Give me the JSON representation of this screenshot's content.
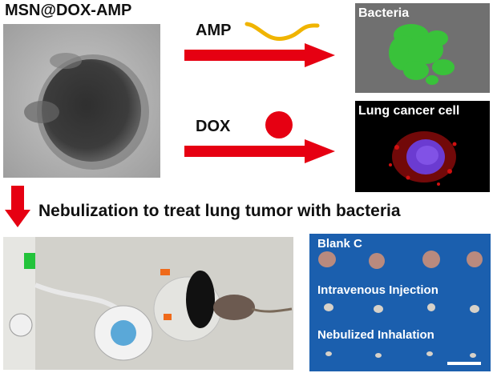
{
  "title": "MSN@DOX-AMP",
  "arrow_top_label": "AMP",
  "arrow_bottom_label": "DOX",
  "panel_bacteria_label": "Bacteria",
  "panel_cancer_label": "Lung cancer cell",
  "caption": "Nebulization to treat lung tumor with bacteria",
  "tumor_rows": [
    {
      "label": "Blank C"
    },
    {
      "label": "Intravenous Injection"
    },
    {
      "label": "Nebulized Inhalation"
    }
  ],
  "colors": {
    "arrow_red": "#e60012",
    "amp_yellow": "#f0b400",
    "bacteria_green": "#39c23a",
    "panel_blue": "#1b5fae",
    "cell_purple": "#6b3bd1"
  }
}
